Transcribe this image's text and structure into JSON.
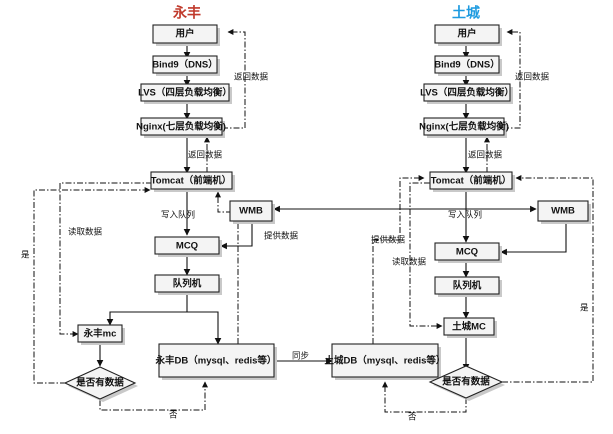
{
  "titles": {
    "left": "永丰",
    "right": "土城",
    "left_color": "#c0392b",
    "right_color": "#1e9be0"
  },
  "left": {
    "user": "用户",
    "dns": "Bind9（DNS）",
    "lvs": "LVS（四层负载均衡）",
    "nginx": "Nginx(七层负载均衡)",
    "tomcat": "Tomcat（前端机）",
    "wmb": "WMB",
    "mcq": "MCQ",
    "queue": "队列机",
    "mc": "永丰mc",
    "db": "永丰DB（mysql、redis等）",
    "decision": "是否有数据",
    "return_data_1": "返回数据",
    "return_data_2": "返回数据",
    "write_queue": "写入队列",
    "read_data": "读取数据",
    "provide_data": "提供数据",
    "yes": "是",
    "no": "否"
  },
  "right": {
    "user": "用户",
    "dns": "Bind9（DNS）",
    "lvs": "LVS（四层负载均衡）",
    "nginx": "Nginx(七层负载均衡)",
    "tomcat": "Tomcat（前端机）",
    "wmb": "WMB",
    "mcq": "MCQ",
    "queue": "队列机",
    "mc": "土城MC",
    "db": "土城DB（mysql、redis等）",
    "decision": "是否有数据",
    "return_data_1": "返回数据",
    "return_data_2": "返回数据",
    "write_queue": "写入队列",
    "read_data": "读取数据",
    "provide_data": "提供数据",
    "yes": "是",
    "no": "否"
  },
  "sync_label": "同步"
}
